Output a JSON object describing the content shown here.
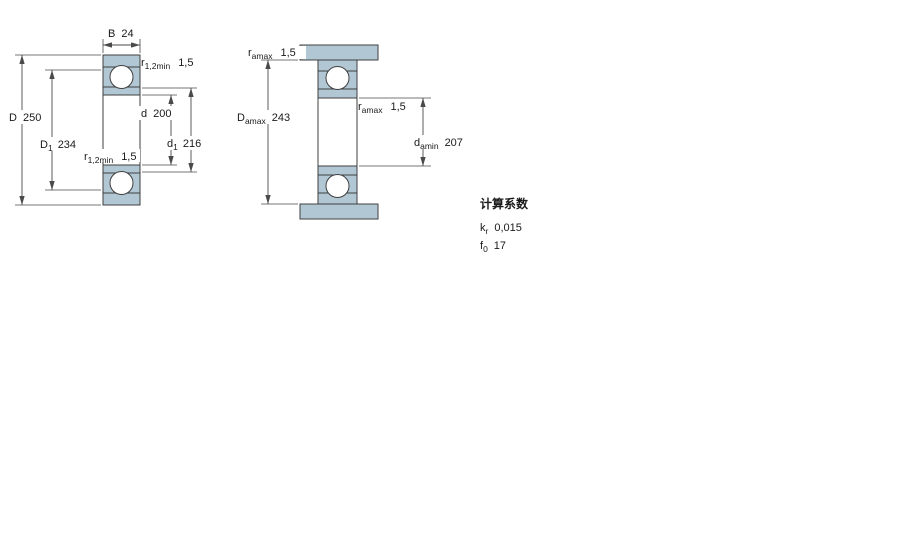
{
  "colors": {
    "section_fill": "#b2c7d4",
    "line": "#3f3f3f",
    "text": "#1a1a1a",
    "background": "#ffffff"
  },
  "left_view": {
    "dim_B": {
      "label": "B",
      "value": "24"
    },
    "dim_D": {
      "label": "D",
      "value": "250"
    },
    "dim_D1": {
      "label": "D",
      "sub": "1",
      "value": "234"
    },
    "dim_d": {
      "label": "d",
      "value": "200"
    },
    "dim_d1": {
      "label": "d",
      "sub": "1",
      "value": "216"
    },
    "r_top": {
      "label": "r",
      "sub": "1,2min",
      "value": "1,5"
    },
    "r_mid": {
      "label": "r",
      "sub": "1,2min",
      "value": "1,5"
    }
  },
  "right_view": {
    "r_top": {
      "label": "r",
      "sub": "amax",
      "value": "1,5"
    },
    "r_mid": {
      "label": "r",
      "sub": "amax",
      "value": "1,5"
    },
    "dim_Da": {
      "label": "D",
      "sub": "amax",
      "value": "243"
    },
    "dim_da": {
      "label": "d",
      "sub": "amin",
      "value": "207"
    }
  },
  "factors": {
    "heading": "计算系数",
    "rows": [
      {
        "label": "k",
        "sub": "r",
        "value": "0,015"
      },
      {
        "label": "f",
        "sub": "0",
        "value": "17"
      }
    ]
  }
}
